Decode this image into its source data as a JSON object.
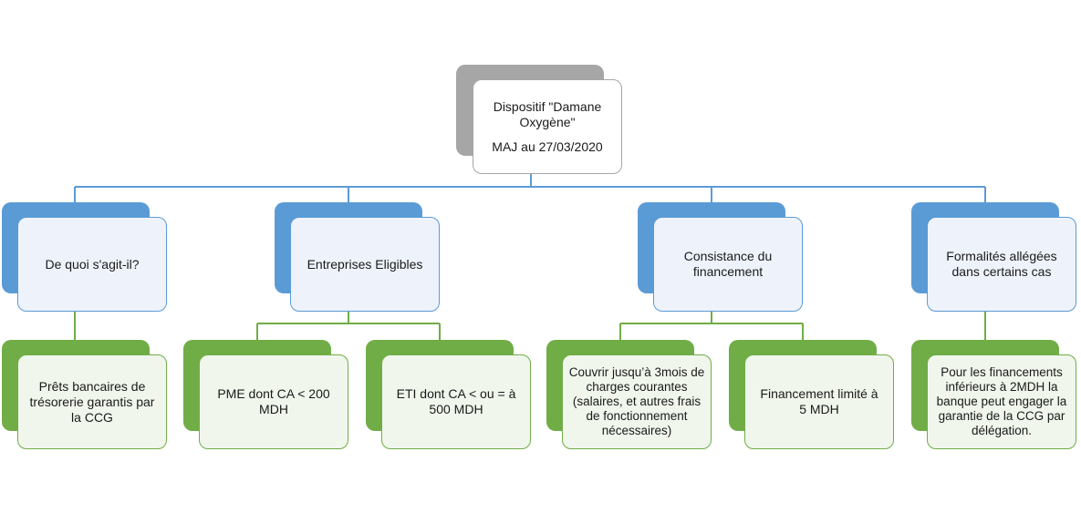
{
  "diagram": {
    "root": {
      "line1": "Dispositif \"Damane Oxygène\"",
      "line2": "MAJ au 27/03/2020"
    },
    "categories": [
      {
        "label": "De quoi s'agit-il?"
      },
      {
        "label": "Entreprises Eligibles"
      },
      {
        "label": "Consistance du financement"
      },
      {
        "label": "Formalités allégées dans certains cas"
      }
    ],
    "leaves": [
      {
        "label": "Prêts bancaires de trésorerie garantis par la CCG"
      },
      {
        "label": "PME dont CA < 200 MDH"
      },
      {
        "label": "ETI dont CA < ou = à 500 MDH"
      },
      {
        "label": "Couvrir jusqu’à 3mois de charges courantes (salaires, et autres frais de fonctionnement nécessaires)"
      },
      {
        "label": "Financement limité à 5 MDH"
      },
      {
        "label": "Pour les financements inférieurs à 2MDH la banque peut engager la garantie de la CCG par délégation."
      }
    ],
    "colors": {
      "root": "#a6a6a6",
      "category": "#5b9bd5",
      "leaf": "#70ad47"
    }
  }
}
